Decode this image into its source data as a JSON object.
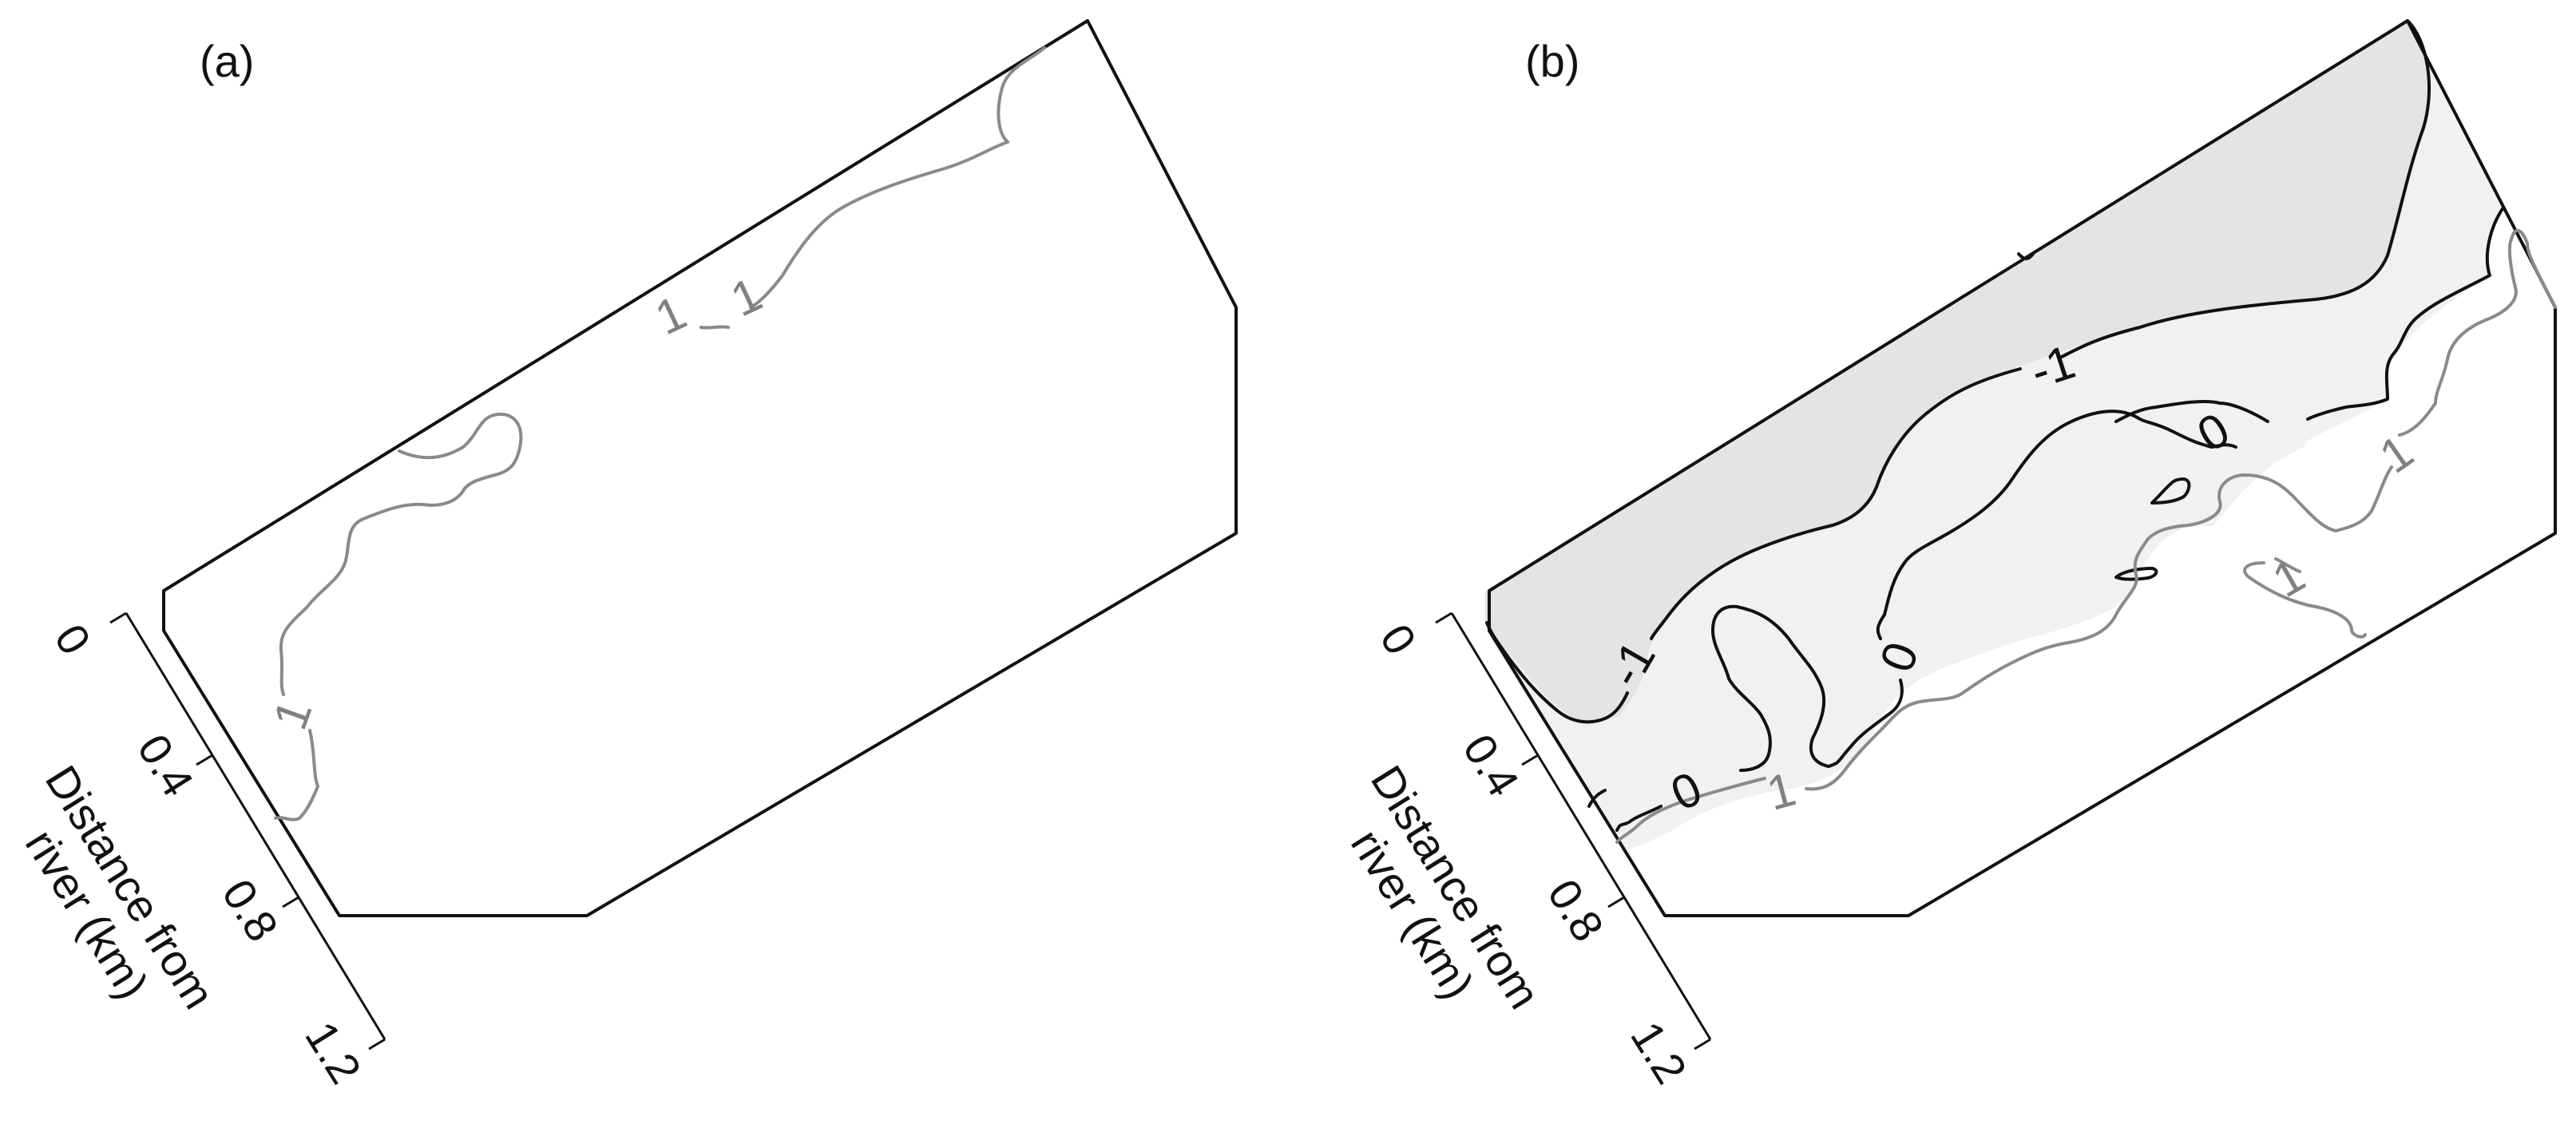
{
  "panels": [
    {
      "label": "(a)",
      "axis": {
        "title_line1": "Distance from",
        "title_line2": "river (km)",
        "ticks": [
          "0",
          "0.4",
          "0.8",
          "1.2"
        ]
      },
      "contours": {
        "grey_labels": [
          "1",
          "1",
          "1"
        ]
      }
    },
    {
      "label": "(b)",
      "axis": {
        "title_line1": "Distance from",
        "title_line2": "river (km)",
        "ticks": [
          "0",
          "0.4",
          "0.8",
          "1.2"
        ]
      },
      "contours": {
        "black_labels": [
          "-1",
          "-1",
          "0",
          "0",
          "0"
        ],
        "grey_labels": [
          "1",
          "1",
          "1"
        ]
      }
    }
  ],
  "colors": {
    "outline": "#111111",
    "contour_positive": "#8a8a8a",
    "zone_dark": "#e4e4e4",
    "zone_light": "#f1f1f1"
  }
}
